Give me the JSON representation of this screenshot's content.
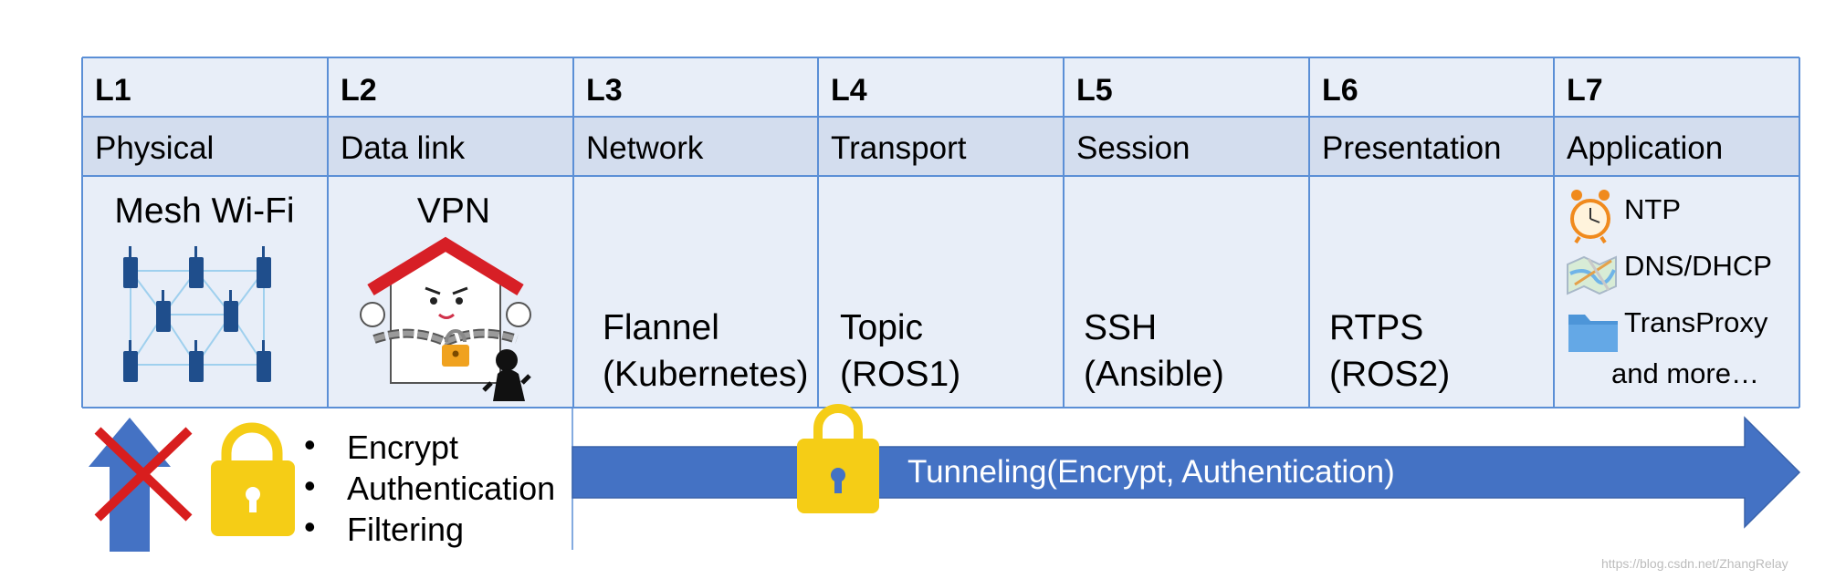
{
  "colors": {
    "header_bg": "#e8eef8",
    "name_bg": "#d3ddee",
    "content_bg": "#e8eef8",
    "border": "#5b8fd6",
    "arrow": "#4472c4",
    "lock": "#f5cd16",
    "roof": "#d71f26",
    "cross": "#d81e1e"
  },
  "layers": [
    {
      "level": "L1",
      "name": "Physical",
      "content": [
        "Mesh Wi-Fi"
      ]
    },
    {
      "level": "L2",
      "name": "Data link",
      "content": [
        "VPN"
      ]
    },
    {
      "level": "L3",
      "name": "Network",
      "content": [
        "Flannel",
        "(Kubernetes)"
      ]
    },
    {
      "level": "L4",
      "name": "Transport",
      "content": [
        "Topic",
        "(ROS1)"
      ]
    },
    {
      "level": "L5",
      "name": "Session",
      "content": [
        "SSH",
        "(Ansible)"
      ]
    },
    {
      "level": "L6",
      "name": "Presentation",
      "content": [
        "RTPS",
        "(ROS2)"
      ]
    },
    {
      "level": "L7",
      "name": "Application",
      "content": []
    }
  ],
  "application_items": [
    {
      "label": "NTP",
      "icon": "alarm-clock-icon"
    },
    {
      "label": "DNS/DHCP",
      "icon": "map-icon"
    },
    {
      "label": "TransProxy",
      "icon": "folder-icon"
    }
  ],
  "application_more": "and more…",
  "bullets": [
    "Encrypt",
    "Authentication",
    "Filtering"
  ],
  "bullet_glyph": "•",
  "tunnel_label": "Tunneling(Encrypt, Authentication)",
  "watermark": "https://blog.csdn.net/ZhangRelay"
}
